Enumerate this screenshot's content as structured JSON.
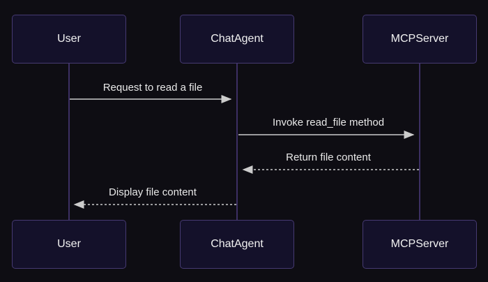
{
  "diagram": {
    "type": "sequence-diagram",
    "actors": [
      {
        "id": "user",
        "label": "User"
      },
      {
        "id": "chatagent",
        "label": "ChatAgent"
      },
      {
        "id": "mcpserver",
        "label": "MCPServer"
      }
    ],
    "messages": [
      {
        "from": "User",
        "to": "ChatAgent",
        "label": "Request to read a file",
        "line_style": "solid",
        "direction": "right"
      },
      {
        "from": "ChatAgent",
        "to": "MCPServer",
        "label": "Invoke read_file method",
        "line_style": "solid",
        "direction": "right"
      },
      {
        "from": "MCPServer",
        "to": "ChatAgent",
        "label": "Return file content",
        "line_style": "dashed",
        "direction": "left"
      },
      {
        "from": "ChatAgent",
        "to": "User",
        "label": "Display file content",
        "line_style": "dashed",
        "direction": "left"
      }
    ],
    "colors": {
      "background": "#0e0d13",
      "actor_fill": "#14112a",
      "actor_border": "#463a72",
      "lifeline": "#3c2f63",
      "message_line": "#cccccc",
      "text": "#e8e8e8"
    }
  }
}
